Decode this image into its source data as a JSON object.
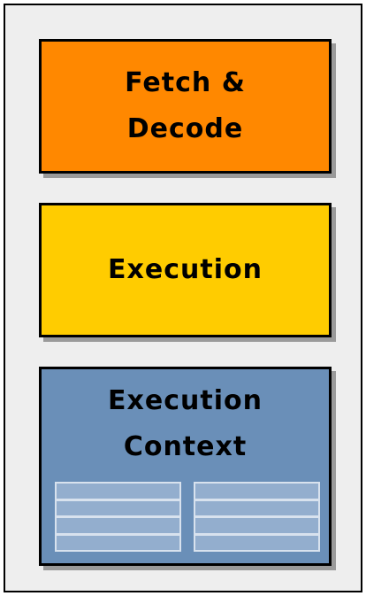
{
  "diagram": {
    "blocks": [
      {
        "id": "fetch-decode",
        "lines": [
          "Fetch &",
          "Decode"
        ],
        "color": "#ff8800"
      },
      {
        "id": "execution",
        "lines": [
          "Execution"
        ],
        "color": "#ffcc00"
      },
      {
        "id": "execution-context",
        "lines": [
          "Execution",
          "Context"
        ],
        "color": "#6a8fb8"
      }
    ],
    "register_groups": [
      {
        "rows": 4
      },
      {
        "rows": 4
      }
    ],
    "frame_color": "#eeeeee"
  }
}
